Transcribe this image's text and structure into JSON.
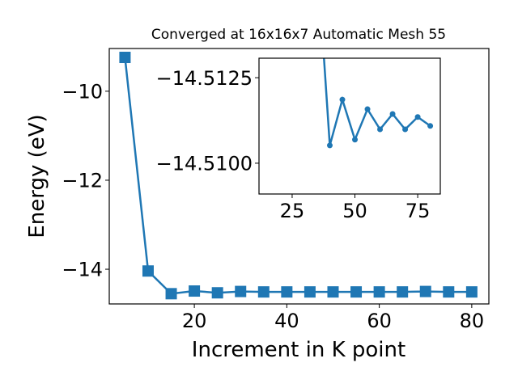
{
  "chart_data": [
    {
      "type": "line",
      "title": "Converged at 16x16x7 Automatic Mesh 55",
      "xlabel": "Increment in K point",
      "ylabel": "Energy (eV)",
      "x": [
        5,
        10,
        15,
        20,
        25,
        30,
        35,
        40,
        45,
        50,
        55,
        60,
        65,
        70,
        75,
        80
      ],
      "values": [
        -9.24,
        -14.04,
        -14.55,
        -14.49,
        -14.53,
        -14.5,
        -14.51,
        -14.51,
        -14.51,
        -14.51,
        -14.51,
        -14.51,
        -14.51,
        -14.5,
        -14.51,
        -14.51
      ],
      "marker": "square",
      "color": "#1f77b4",
      "xlim": [
        1.6,
        83.7
      ],
      "ylim": [
        -14.78,
        -9.04
      ],
      "xticks": [
        20,
        40,
        60,
        80
      ],
      "xtick_labels": [
        "20",
        "40",
        "60",
        "80"
      ],
      "yticks": [
        -10,
        -12,
        -14
      ],
      "ytick_labels": [
        "−10",
        "−12",
        "−14"
      ],
      "grid": false
    },
    {
      "type": "line",
      "title": "",
      "inset": true,
      "x": [
        35,
        40,
        45,
        50,
        55,
        60,
        65,
        70,
        75,
        80
      ],
      "values": [
        -14.516,
        -14.51052,
        -14.51186,
        -14.51069,
        -14.51158,
        -14.51099,
        -14.51144,
        -14.51099,
        -14.51135,
        -14.51109
      ],
      "marker": "circle",
      "color": "#1f77b4",
      "xlim": [
        11.8,
        84
      ],
      "ylim": [
        -14.5091,
        -14.51307
      ],
      "xticks": [
        25,
        50,
        75
      ],
      "xtick_labels": [
        "25",
        "50",
        "75"
      ],
      "yticks": [
        -14.5125,
        -14.51
      ],
      "ytick_labels": [
        "−14.5125",
        "−14.5100"
      ],
      "grid": false
    }
  ]
}
